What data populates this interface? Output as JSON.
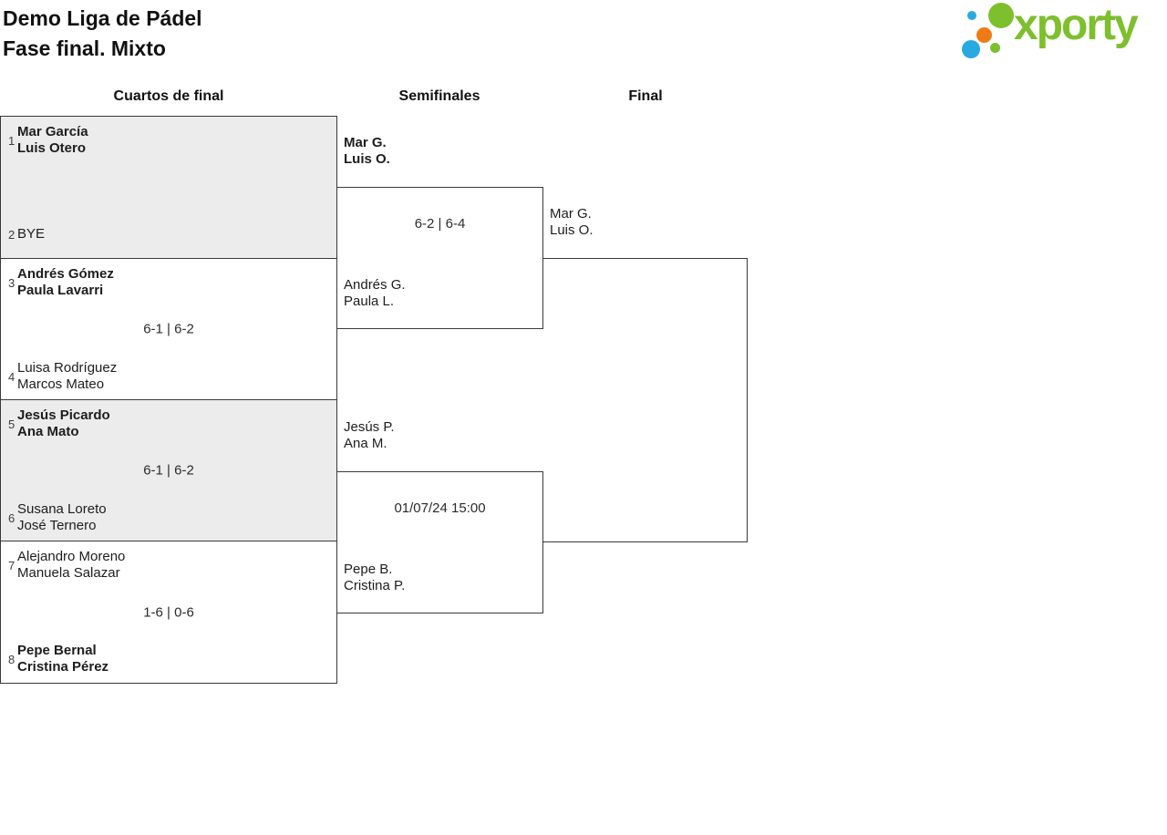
{
  "colors": {
    "brand-green": "#7dbf2d",
    "brand-blue": "#29a9e1",
    "brand-orange": "#ee7b16",
    "block-gray": "#ececec",
    "line-dark": "#3a3a3a"
  },
  "header": {
    "title_line1": "Demo Liga de Pádel",
    "title_line2": "Fase final. Mixto",
    "logo_text": "xporty"
  },
  "round_headers": {
    "quarterfinals": "Cuartos de final",
    "semifinals": "Semifinales",
    "final": "Final"
  },
  "quarterfinals": [
    {
      "seed1": "1",
      "team1_line1": "Mar García",
      "team1_line2": "Luis Otero",
      "team1_winner": true,
      "score": "",
      "seed2": "2",
      "team2_line1": "BYE",
      "team2_line2": "",
      "team2_winner": false
    },
    {
      "seed1": "3",
      "team1_line1": "Andrés Gómez",
      "team1_line2": "Paula Lavarri",
      "team1_winner": true,
      "score": "6-1 | 6-2",
      "seed2": "4",
      "team2_line1": "Luisa Rodríguez",
      "team2_line2": "Marcos Mateo",
      "team2_winner": false
    },
    {
      "seed1": "5",
      "team1_line1": "Jesús Picardo",
      "team1_line2": "Ana Mato",
      "team1_winner": true,
      "score": "6-1 | 6-2",
      "seed2": "6",
      "team2_line1": "Susana Loreto",
      "team2_line2": "José Ternero",
      "team2_winner": false
    },
    {
      "seed1": "7",
      "team1_line1": "Alejandro Moreno",
      "team1_line2": "Manuela Salazar",
      "team1_winner": false,
      "score": "1-6 | 0-6",
      "seed2": "8",
      "team2_line1": "Pepe Bernal",
      "team2_line2": "Cristina Pérez",
      "team2_winner": true
    }
  ],
  "semifinals": [
    {
      "team1_line1": "Mar G.",
      "team1_line2": "Luis O.",
      "team1_winner": true,
      "center_text": "6-2 | 6-4",
      "team2_line1": "Andrés G.",
      "team2_line2": "Paula L.",
      "team2_winner": false
    },
    {
      "team1_line1": "Jesús P.",
      "team1_line2": "Ana M.",
      "team1_winner": false,
      "center_text": "01/07/24 15:00",
      "team2_line1": "Pepe B.",
      "team2_line2": "Cristina P.",
      "team2_winner": false
    }
  ],
  "final": {
    "team1_line1": "Mar G.",
    "team1_line2": "Luis O.",
    "team1_winner": false
  }
}
